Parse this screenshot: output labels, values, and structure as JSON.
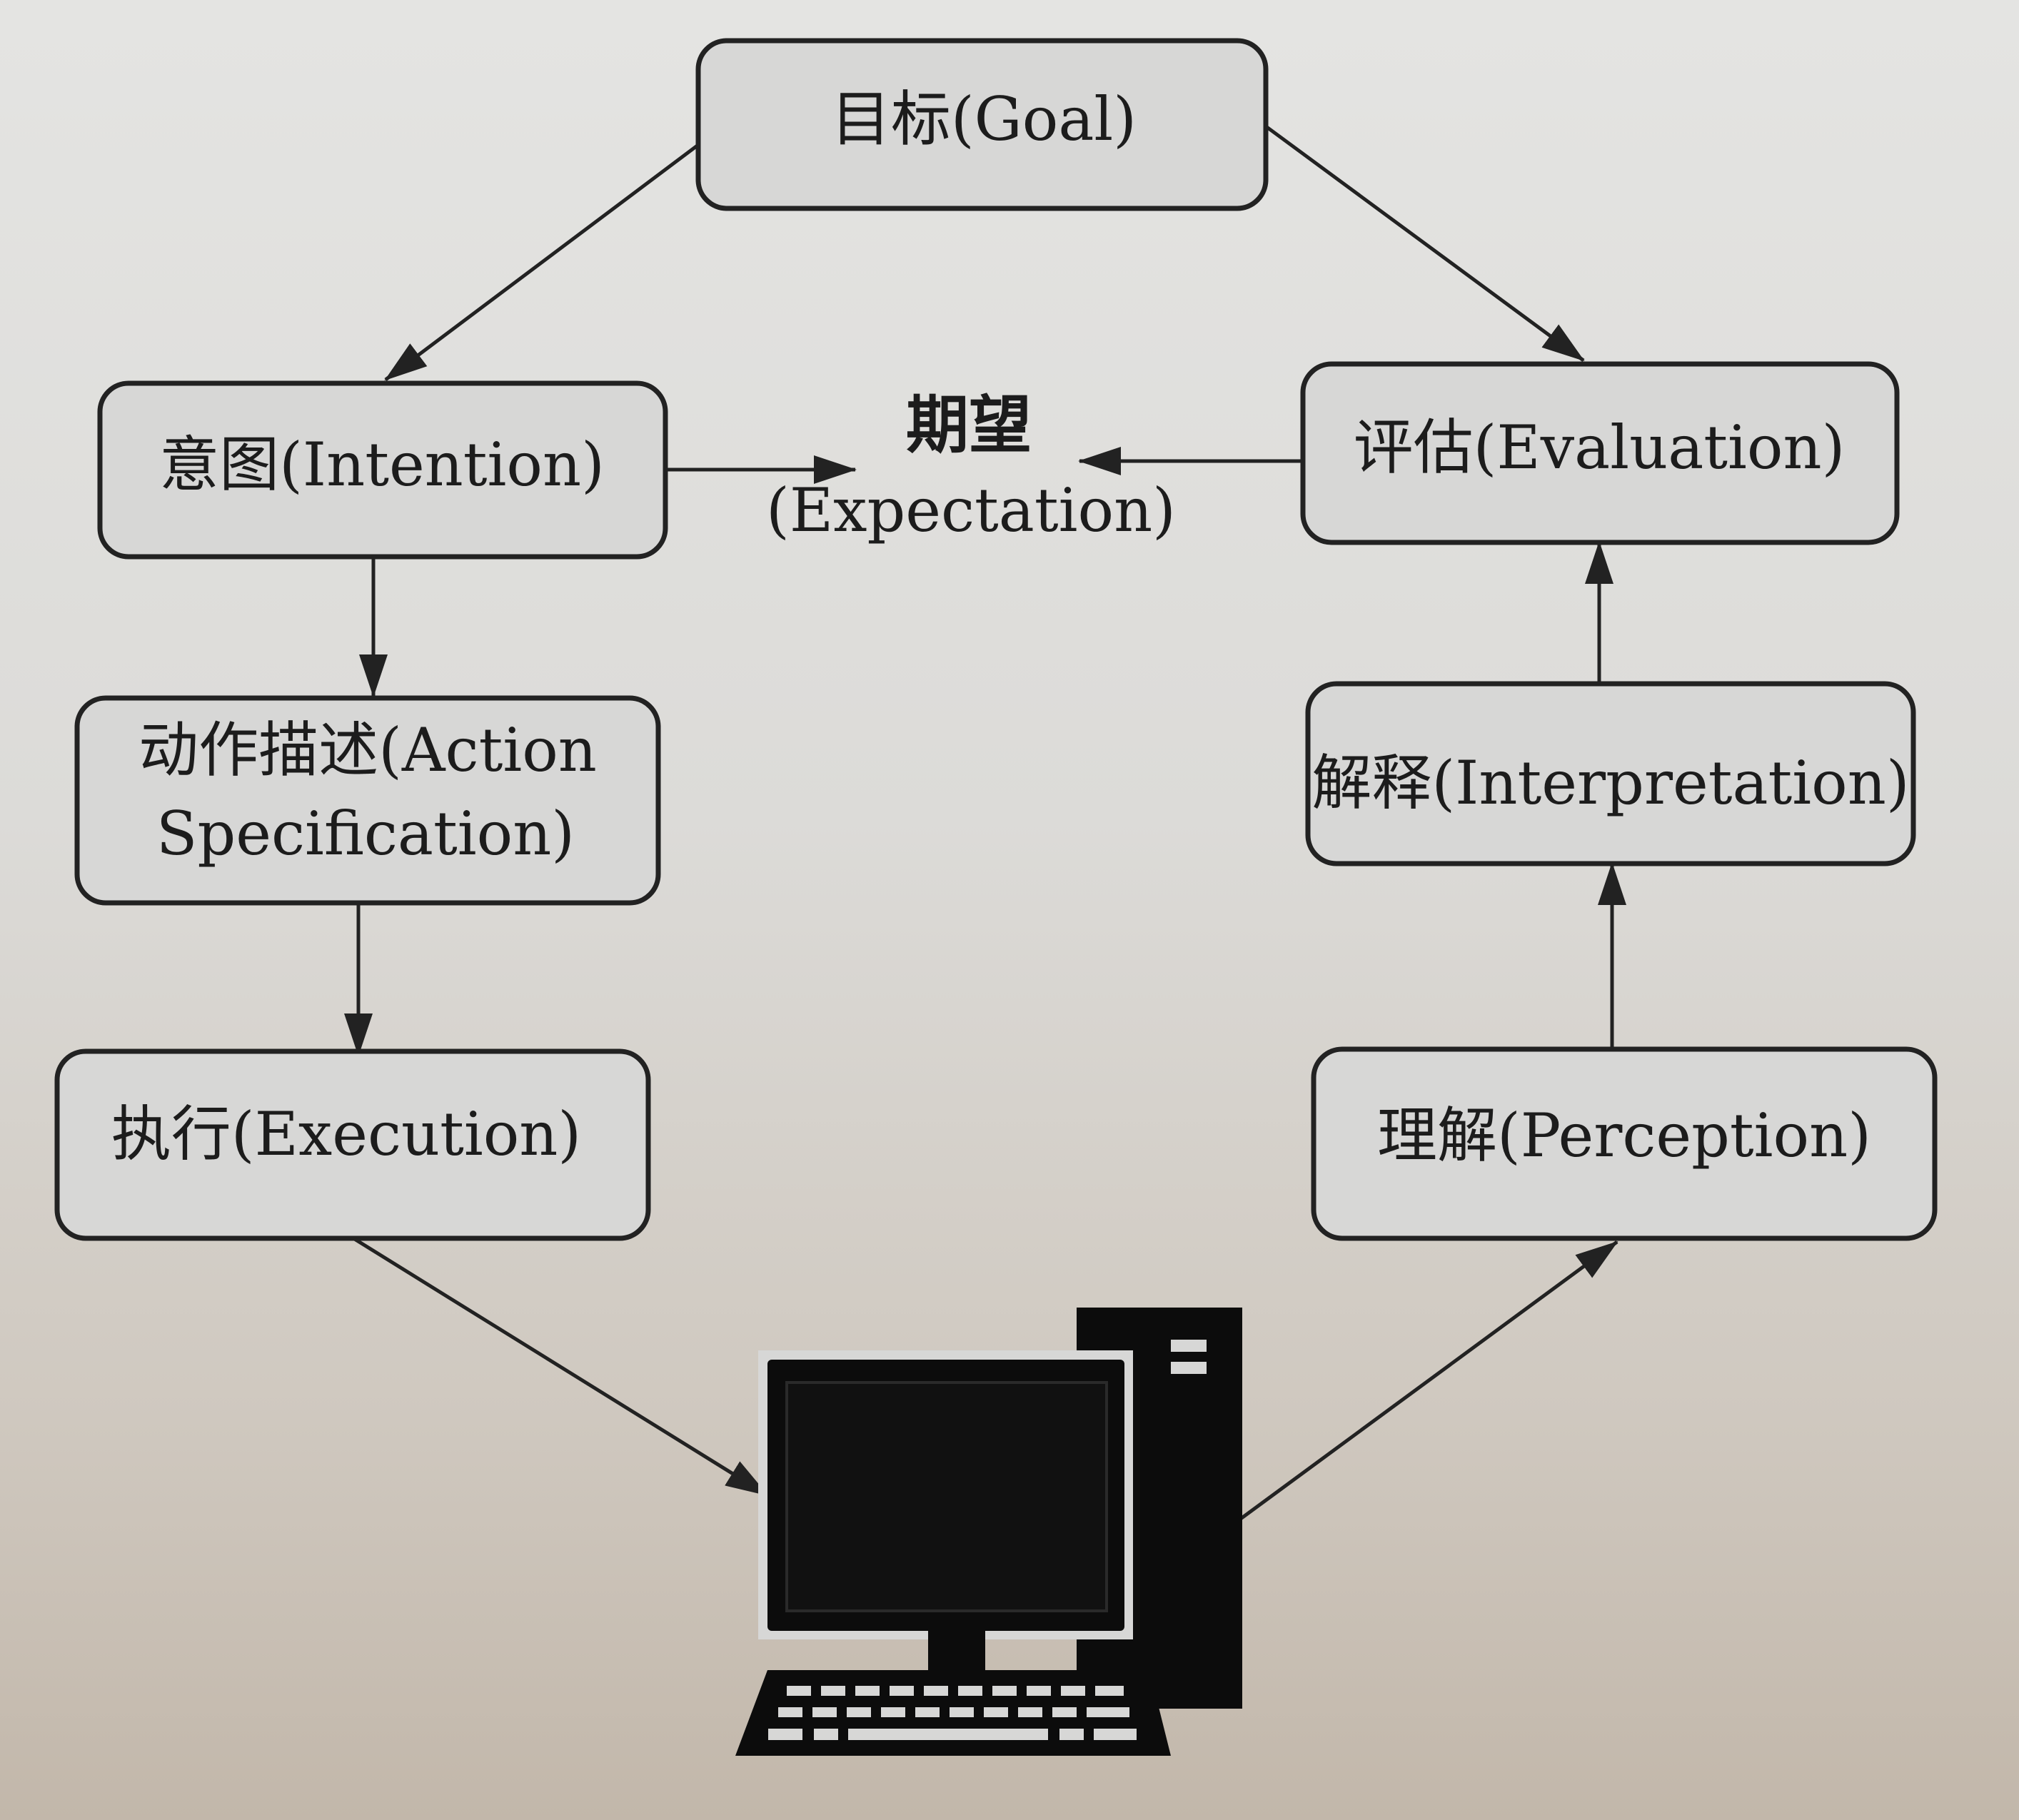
{
  "nodes": {
    "goal": "目标(Goal)",
    "intention": "意图(Intention)",
    "expectation_cn": "期望",
    "expectation_en": "(Expectation)",
    "evaluation": "评估(Evaluation)",
    "action_spec_line1": "动作描述(Action",
    "action_spec_line2": "Specification)",
    "interpretation": "解释(Interpretation)",
    "execution": "执行(Execution)",
    "perception": "理解(Perception)"
  },
  "icons": {
    "computer": "desktop-computer-icon"
  }
}
